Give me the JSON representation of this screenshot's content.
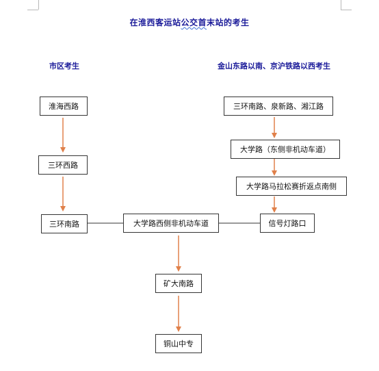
{
  "title": {
    "part1": "在淮西客运站",
    "part2": "公交首",
    "part3": "末站的考生"
  },
  "columns": {
    "left": "市区考生",
    "right": "金山东路以南、京沪铁路以西考生"
  },
  "nodes": {
    "huaihai": "淮海西路",
    "sanhuan_west": "三环西路",
    "sanhuan_south_left": "三环南路",
    "daxue_west": "大学路西侧非机动车道",
    "right_start": "三环南路、泉新路、湘江路",
    "daxue_east": "大学路（东侧非机动车道）",
    "marathon": "大学路马拉松赛折返点南侧",
    "signal": "信号灯路口",
    "kuangda": "矿大南路",
    "tongshan": "铜山中专"
  },
  "colors": {
    "arrow": "#e0804a",
    "heading": "#1a1a99",
    "box_border": "#333333"
  }
}
